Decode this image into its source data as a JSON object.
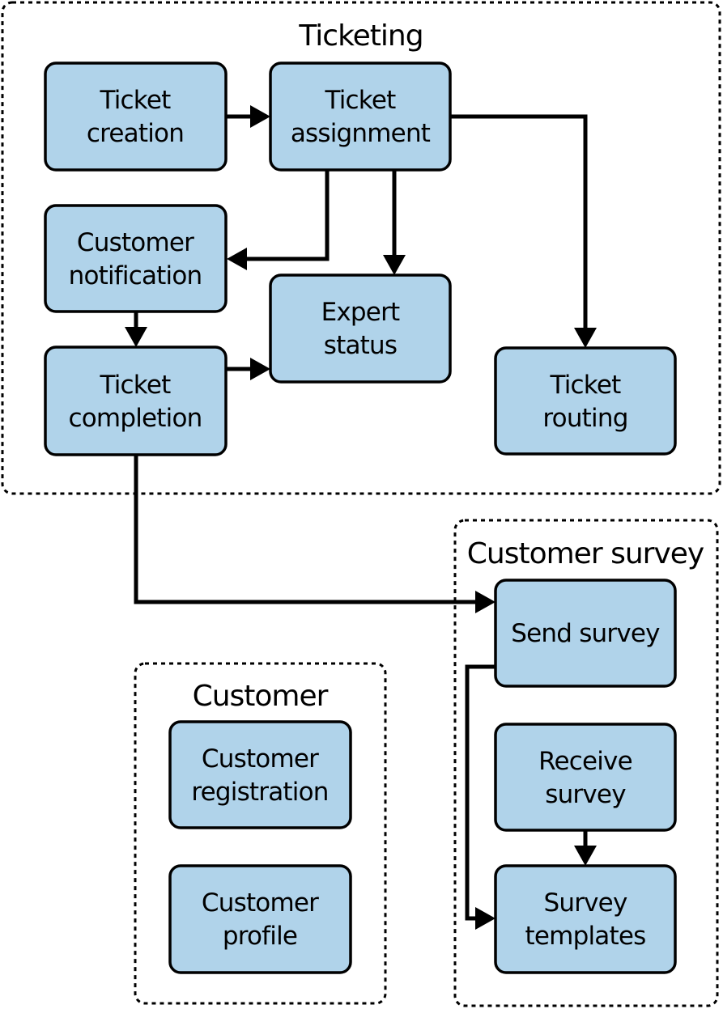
{
  "groups": {
    "ticketing": {
      "title": "Ticketing"
    },
    "customer_survey": {
      "title": "Customer survey"
    },
    "customer": {
      "title": "Customer"
    }
  },
  "nodes": {
    "ticket_creation": {
      "line1": "Ticket",
      "line2": "creation"
    },
    "ticket_assignment": {
      "line1": "Ticket",
      "line2": "assignment"
    },
    "customer_notification": {
      "line1": "Customer",
      "line2": "notification"
    },
    "expert_status": {
      "line1": "Expert",
      "line2": "status"
    },
    "ticket_completion": {
      "line1": "Ticket",
      "line2": "completion"
    },
    "ticket_routing": {
      "line1": "Ticket",
      "line2": "routing"
    },
    "send_survey": {
      "line1": "Send survey"
    },
    "receive_survey": {
      "line1": "Receive",
      "line2": "survey"
    },
    "survey_templates": {
      "line1": "Survey",
      "line2": "templates"
    },
    "customer_registration": {
      "line1": "Customer",
      "line2": "registration"
    },
    "customer_profile": {
      "line1": "Customer",
      "line2": "profile"
    }
  },
  "colors": {
    "node_fill": "#b0d3ea",
    "stroke": "#000000"
  }
}
